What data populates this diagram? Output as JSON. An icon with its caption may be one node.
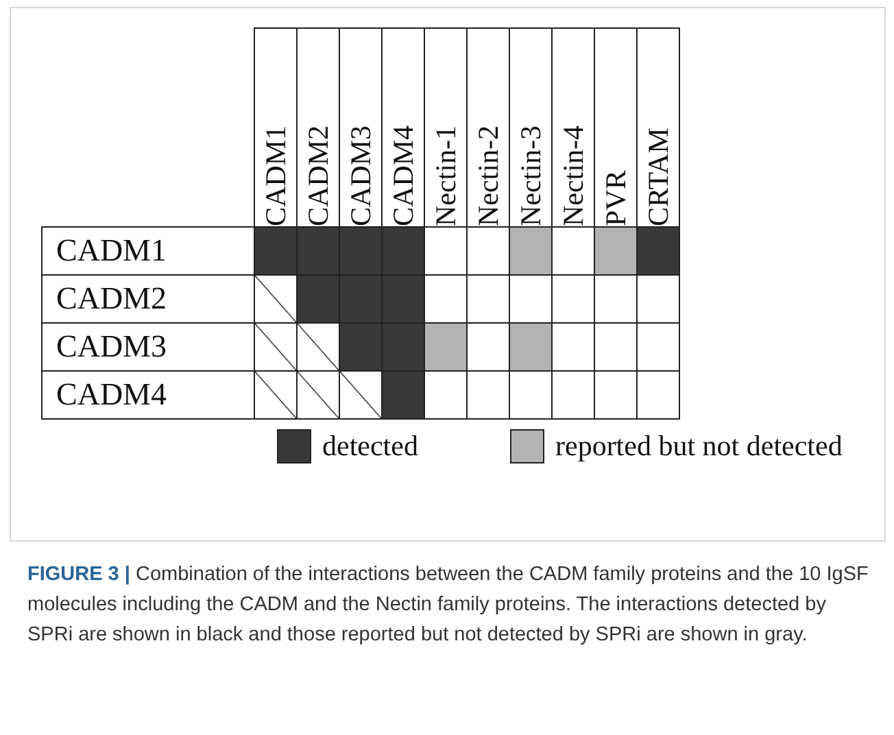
{
  "diagram": {
    "caption": "**FIGURE 3 |** Combination of the interactions between the CADM family proteins and the 10 IgSF molecules including the CADM and the Nectin family proteins. The interactions detected by SPRi are shown in black and those reported but not detected by SPRi are shown in gray.",
    "labels": [
      "CADM1",
      "CADM2",
      "CADM3",
      "CADM4",
      "Nectin-1",
      "Nectin-2",
      "Nectin-3",
      "Nectin-4",
      "PVR",
      "CRTAM",
      "CADM1",
      "CADM2",
      "CADM3",
      "CADM4"
    ],
    "legend": [
      {
        "text": "detected",
        "color": "#383838"
      },
      {
        "text": "reported but not detected",
        "color": "#b3b3b3"
      }
    ]
  }
}
